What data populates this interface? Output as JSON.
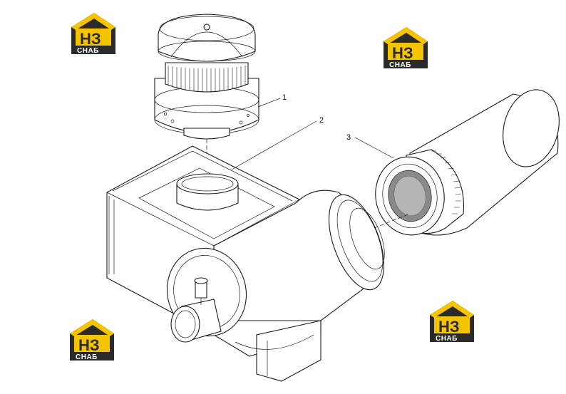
{
  "callouts": [
    {
      "label": "1"
    },
    {
      "label": "2"
    },
    {
      "label": "3"
    }
  ],
  "watermark": {
    "top_text": "НЗ",
    "bottom_text": "СНАБ",
    "roof_color": "#f5c400",
    "dark_color": "#2b2b2b"
  }
}
